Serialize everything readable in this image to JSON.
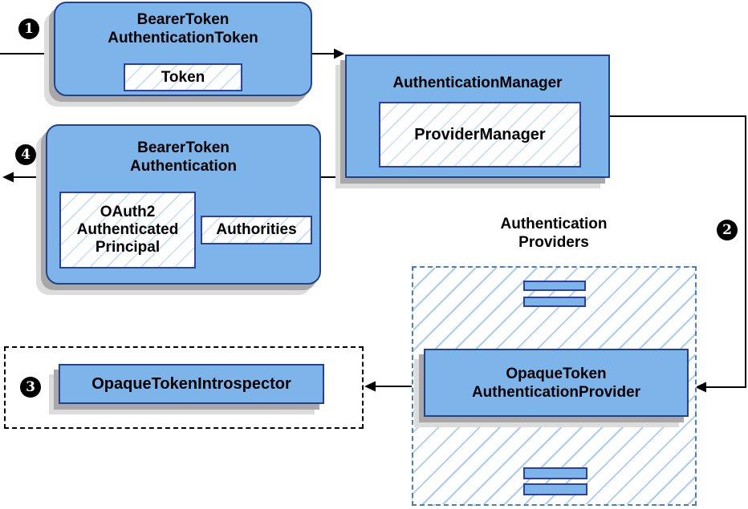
{
  "colors": {
    "box_fill": "#7db4ea",
    "box_border": "#24418c",
    "inner_border": "#2e3f9e",
    "hatch_light": "#c8def5",
    "hatch_providers": "#a9cdf0",
    "providers_border": "#4a7ebb",
    "shadow_dark": "#a8a8a8",
    "shadow_light": "#dcdcdc",
    "arrow": "#000000",
    "badge_bg": "#000000",
    "badge_text": "#ffffff"
  },
  "badges": {
    "step1": "1",
    "step2": "2",
    "step3": "3",
    "step4": "4"
  },
  "nodes": {
    "bearer_token_authentication_token": {
      "title": "BearerToken\nAuthenticationToken",
      "token": "Token"
    },
    "authentication_manager": {
      "title": "AuthenticationManager",
      "provider_manager": "ProviderManager"
    },
    "bearer_token_authentication": {
      "title": "BearerToken\nAuthentication",
      "principal": "OAuth2\nAuthenticated\nPrincipal",
      "authorities": "Authorities"
    },
    "authentication_providers": {
      "label": "Authentication\nProviders"
    },
    "opaque_token_authentication_provider": {
      "title": "OpaqueToken\nAuthenticationProvider"
    },
    "opaque_token_introspector": {
      "title": "OpaqueTokenIntrospector"
    }
  }
}
